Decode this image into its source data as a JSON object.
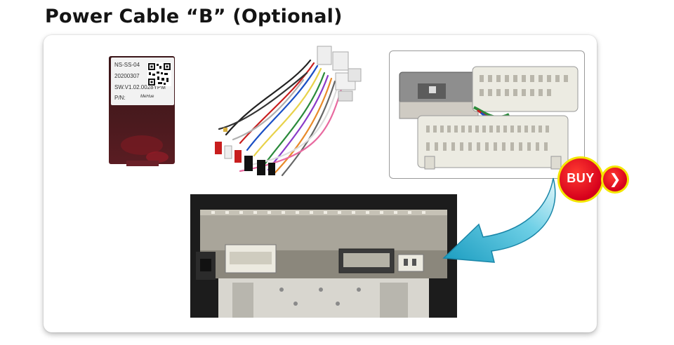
{
  "title": "Power Cable “B” (Optional)",
  "decoder_box": {
    "label_lines": [
      "NS-SS-04",
      "20200307",
      "SW.V1.02.0028YPM",
      "P/N:"
    ],
    "brand": "MeHue"
  },
  "buy_button": {
    "label": "BUY",
    "go_glyph": "❯"
  },
  "colors": {
    "buy_red": "#d6001c",
    "buy_ring": "#f3e600",
    "arrow_cyan": "#2bb6d6"
  }
}
